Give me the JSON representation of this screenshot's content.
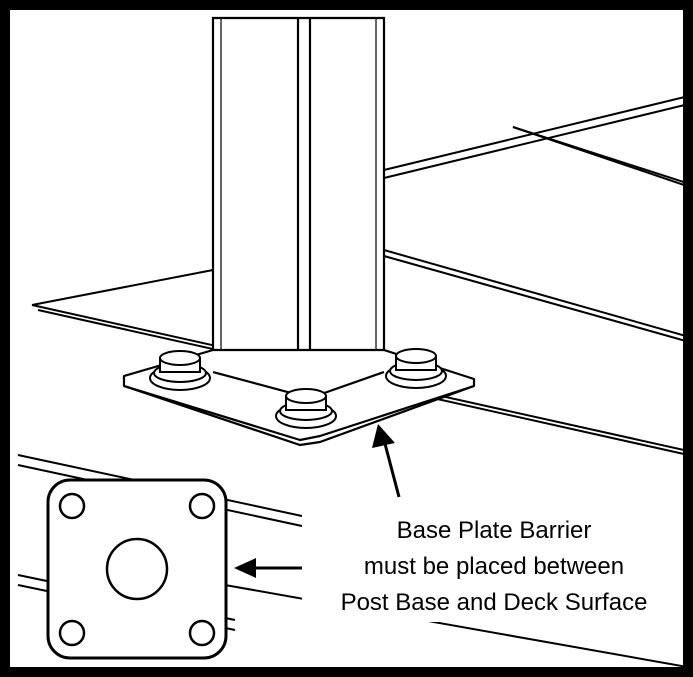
{
  "callout": {
    "lines": [
      "Base Plate Barrier",
      "must be placed between",
      "Post Base and Deck Surface"
    ]
  },
  "colors": {
    "line": "#000000",
    "background": "#ffffff"
  },
  "icons": {
    "barrier": "base-plate-barrier-gasket",
    "post": "square-railing-post",
    "bolts": "hex-bolt-with-washer"
  }
}
